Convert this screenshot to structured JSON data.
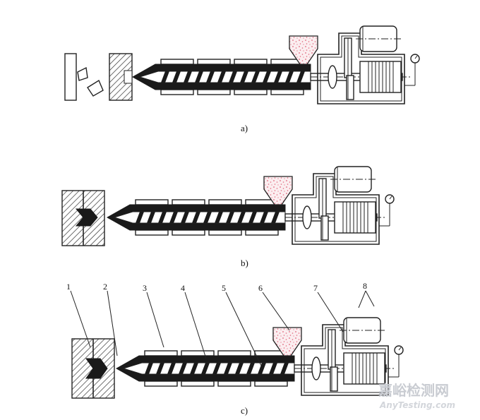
{
  "captions": {
    "a": "a)",
    "b": "b)",
    "c": "c)"
  },
  "labels": [
    "1",
    "2",
    "3",
    "4",
    "5",
    "6",
    "7",
    "8"
  ],
  "watermark": {
    "cn": "嘉峪检测网",
    "en": "AnyTesting.com"
  },
  "colors": {
    "granule": "#e0647a",
    "line": "#222222",
    "fill_dark": "#1a1a1a"
  }
}
